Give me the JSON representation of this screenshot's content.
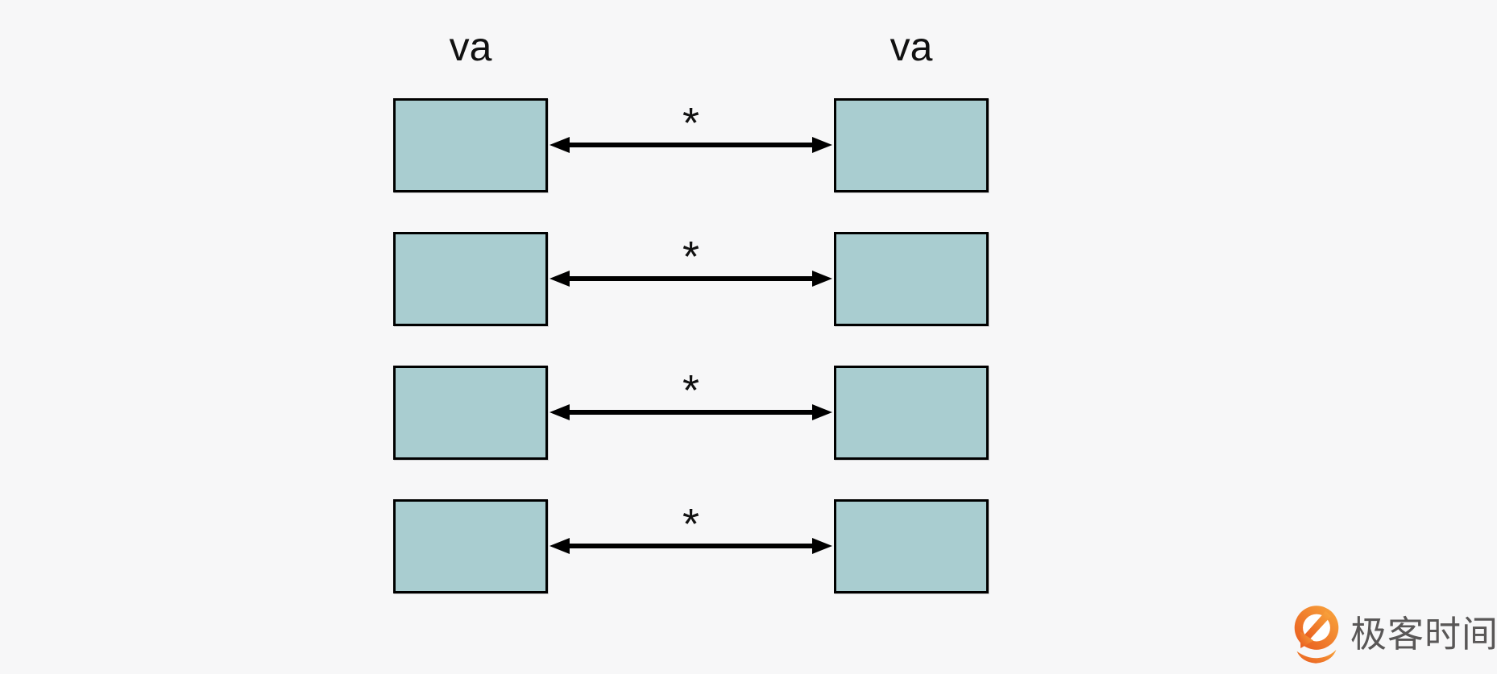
{
  "diagram": {
    "column_headers": [
      {
        "label": "va"
      },
      {
        "label": "va"
      }
    ],
    "rows": [
      {
        "multiplicity": "*"
      },
      {
        "multiplicity": "*"
      },
      {
        "multiplicity": "*"
      },
      {
        "multiplicity": "*"
      }
    ],
    "arrow_style": "double-headed"
  },
  "branding": {
    "logo_text": "极客时间",
    "logo_icon": "geektime-pin-icon"
  },
  "theme": {
    "background": "#f7f7f8",
    "box_fill": "#a9cdd0",
    "box_border": "#000000",
    "arrow": "#000000",
    "logo_text_color": "#595757",
    "logo_orange_light": "#f9a83e",
    "logo_orange_dark": "#e8581d"
  }
}
